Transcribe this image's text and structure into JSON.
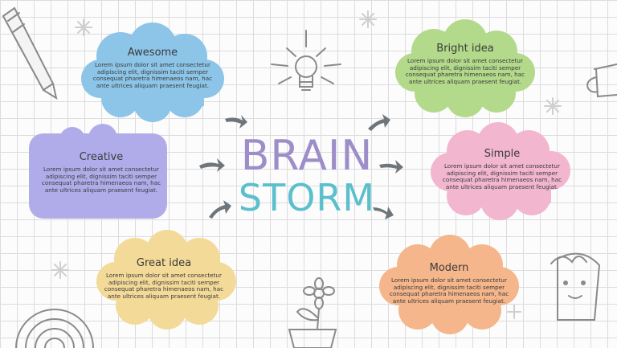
{
  "title": {
    "line1": "BRAIN",
    "line2": "STORM"
  },
  "colors": {
    "brain": "#9d8ec9",
    "storm": "#5bbfcc",
    "cloud_blue": "#8cc5e8",
    "cloud_green": "#b3d98a",
    "cloud_purple": "#b0acea",
    "cloud_pink": "#f2b6cf",
    "cloud_yellow": "#f3da98",
    "cloud_orange": "#f4b68a"
  },
  "nodes": [
    {
      "title": "Awesome",
      "body": "Lorem ipsum dolor sit amet consectetur adipiscing elit, dignissim taciti semper consequat pharetra himenaeos nam, hac ante ultrices aliquam praesent feugiat."
    },
    {
      "title": "Bright idea",
      "body": "Lorem ipsum dolor sit amet consectetur adipiscing elit, dignissim taciti semper consequat pharetra himenaeos nam, hac ante ultrices aliquam praesent feugiat."
    },
    {
      "title": "Creative",
      "body": "Lorem ipsum dolor sit amet consectetur adipiscing elit, dignissim taciti semper consequat pharetra himenaeos nam, hac ante ultrices aliquam praesent feugiat."
    },
    {
      "title": "Simple",
      "body": "Lorem ipsum dolor sit amet consectetur adipiscing elit, dignissim taciti semper consequat pharetra himenaeos nam, hac ante ultrices aliquam praesent feugiat."
    },
    {
      "title": "Great idea",
      "body": "Lorem ipsum dolor sit amet consectetur adipiscing elit, dignissim taciti semper consequat pharetra himenaeos nam, hac ante ultrices aliquam praesent feugiat."
    },
    {
      "title": "Modern",
      "body": "Lorem ipsum dolor sit amet consectetur adipiscing elit, dignissim taciti semper consequat pharetra himenaeos nam, hac ante ultrices aliquam praesent feugiat."
    }
  ],
  "icons": [
    "pencil-icon",
    "lightbulb-icon",
    "flower-pot-icon",
    "spiral-icon",
    "sparkle-icon",
    "face-doodle-icon",
    "arrow-icon"
  ]
}
